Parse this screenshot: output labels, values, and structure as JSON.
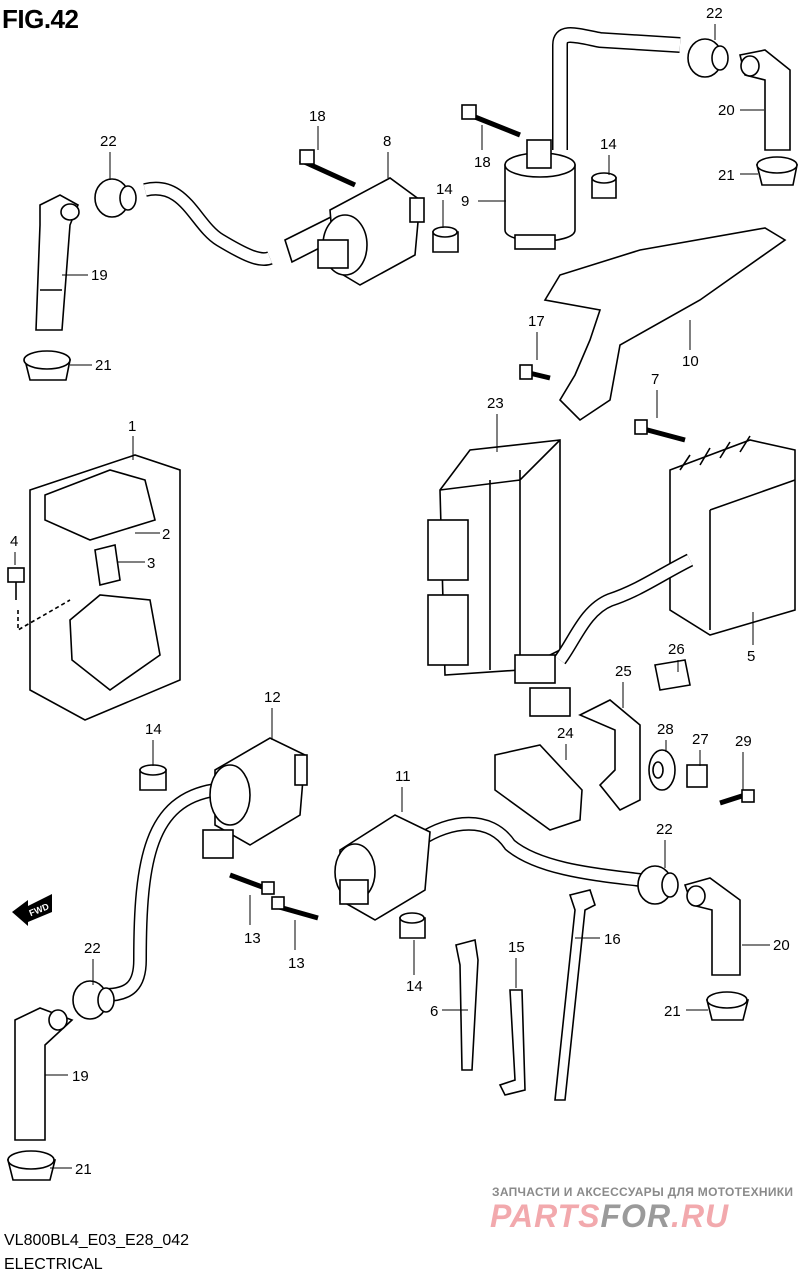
{
  "figure_title": "FIG.42",
  "diagram_code": "VL800BL4_E03_E28_042",
  "section_name": "ELECTRICAL",
  "fwd_arrow_label": "FWD",
  "watermark": {
    "tagline": "ЗАПЧАСТИ И АКСЕССУАРЫ ДЛЯ МОТОТЕХНИКИ",
    "logo_part1": "PARTS",
    "logo_part2": "FOR",
    "logo_part3": ".RU",
    "colors": {
      "pink": "#f2a9ad",
      "gray": "#9a9a9a"
    }
  },
  "callouts": [
    "22",
    "19",
    "21",
    "18",
    "8",
    "14",
    "9",
    "18",
    "14",
    "22",
    "20",
    "21",
    "17",
    "10",
    "7",
    "23",
    "1",
    "2",
    "3",
    "4",
    "5",
    "26",
    "25",
    "24",
    "28",
    "27",
    "29",
    "12",
    "14",
    "11",
    "22",
    "13",
    "13",
    "14",
    "15",
    "16",
    "20",
    "21",
    "6",
    "22",
    "19",
    "21"
  ]
}
